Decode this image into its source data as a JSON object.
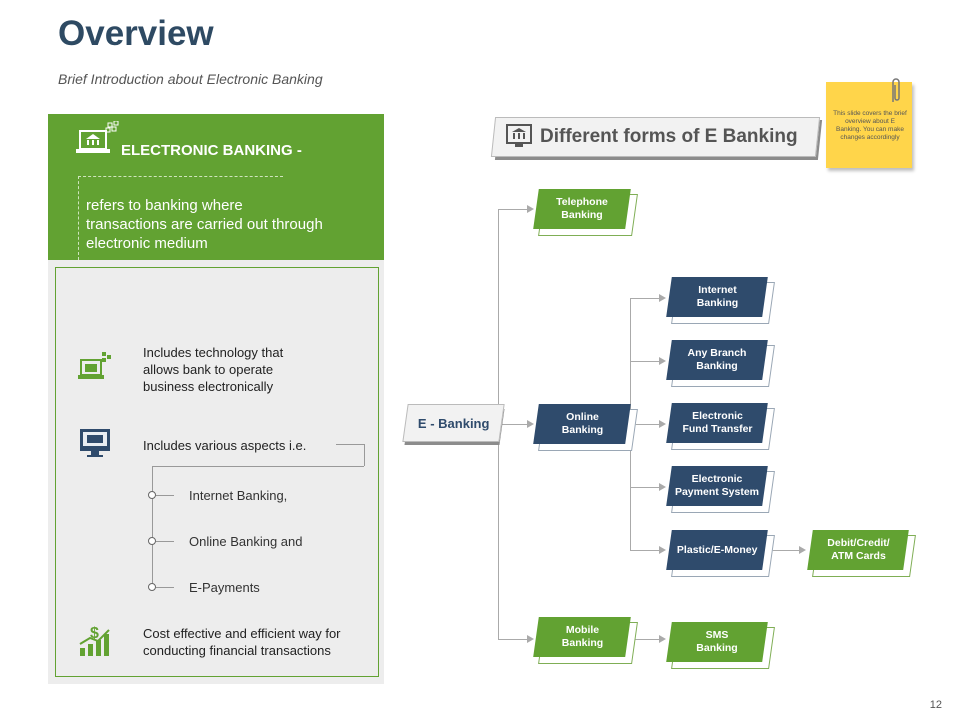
{
  "header": {
    "title": "Overview",
    "subtitle": "Brief Introduction about Electronic Banking"
  },
  "left_panel": {
    "heading": "ELECTRONIC BANKING -",
    "description": "refers to banking where transactions are carried out through electronic medium",
    "points": [
      {
        "icon": "laptop-network-icon",
        "text": "Includes technology that allows bank to operate business electronically"
      },
      {
        "icon": "computer-money-icon",
        "text": "Includes various aspects i.e."
      },
      {
        "icon": "dollar-growth-chart-icon",
        "text": "Cost effective and efficient way for conducting financial transactions"
      }
    ],
    "sub_items": [
      "Internet Banking,",
      "Online Banking and",
      "E-Payments"
    ]
  },
  "diagram": {
    "banner_title": "Different forms of E Banking",
    "root": "E - Banking",
    "level1": [
      "Telephone Banking",
      "Online Banking",
      "Mobile Banking"
    ],
    "online_children": [
      "Internet Banking",
      "Any Branch Banking",
      "Electronic Fund Transfer",
      "Electronic Payment System",
      "Plastic/E-Money"
    ],
    "plastic_child": "Debit/Credit/ ATM Cards",
    "mobile_child": "SMS Banking"
  },
  "sticky_note": {
    "text": "This slide covers the brief overview about E Banking. You can make changes accordingly"
  },
  "page_number": "12",
  "colors": {
    "green": "#62A232",
    "navy": "#2F4B6C",
    "title": "#2E4A63",
    "note": "#FFD54A"
  }
}
